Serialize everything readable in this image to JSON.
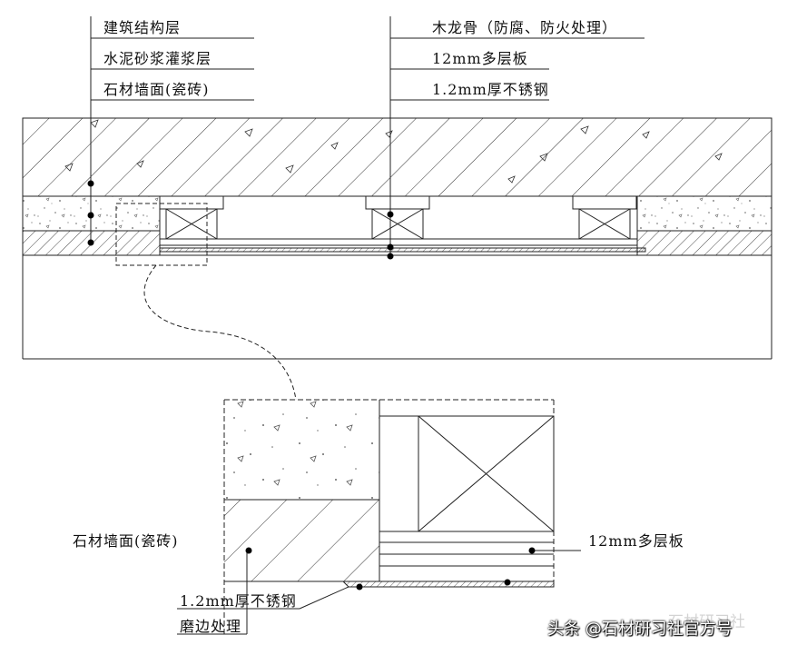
{
  "callouts_left": [
    "建筑结构层",
    "水泥砂浆灌浆层",
    "石材墙面(瓷砖)"
  ],
  "callouts_right": [
    "木龙骨（防腐、防火处理）",
    "12mm多层板",
    "1.2mm厚不锈钢"
  ],
  "detail_labels": {
    "stone_wall": "石材墙面(瓷砖)",
    "plywood": "12mm多层板",
    "stainless": "1.2mm厚不锈钢",
    "edge": "磨边处理"
  },
  "watermark": {
    "text": "头条 @石材研习社官方号",
    "faint_text": "石材研习社"
  },
  "colors": {
    "line": "#222222",
    "background": "#ffffff"
  }
}
